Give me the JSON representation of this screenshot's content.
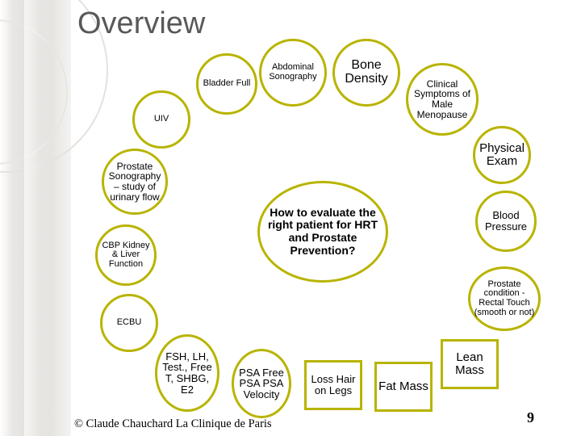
{
  "slide": {
    "title": "Overview",
    "footer": "© Claude Chauchard La Clinique de Paris",
    "page_number": "9",
    "accent_color": "#b8b400",
    "title_color": "#595959"
  },
  "center": {
    "label": "How to evaluate the right patient for HRT and Prostate Prevention?"
  },
  "nodes": [
    {
      "label": "Bladder Full",
      "shape": "circle"
    },
    {
      "label": "Abdominal Sonography",
      "shape": "circle"
    },
    {
      "label": "Bone Density",
      "shape": "circle"
    },
    {
      "label": "Clinical Symptoms of Male Menopause",
      "shape": "circle"
    },
    {
      "label": "Physical Exam",
      "shape": "circle"
    },
    {
      "label": "Blood Pressure",
      "shape": "circle"
    },
    {
      "label": "Prostate condition - Rectal Touch (smooth or not)",
      "shape": "circle"
    },
    {
      "label": "Lean Mass",
      "shape": "square"
    },
    {
      "label": "Fat Mass",
      "shape": "square"
    },
    {
      "label": "Loss Hair on Legs",
      "shape": "square"
    },
    {
      "label": "PSA Free PSA PSA Velocity",
      "shape": "circle"
    },
    {
      "label": "FSH, LH, Test., Free T, SHBG, E2",
      "shape": "circle"
    },
    {
      "label": "ECBU",
      "shape": "circle"
    },
    {
      "label": "CBP Kidney & Liver Function",
      "shape": "circle"
    },
    {
      "label": "Prostate Sonography – study of urinary flow",
      "shape": "circle"
    },
    {
      "label": "UIV",
      "shape": "circle"
    }
  ]
}
